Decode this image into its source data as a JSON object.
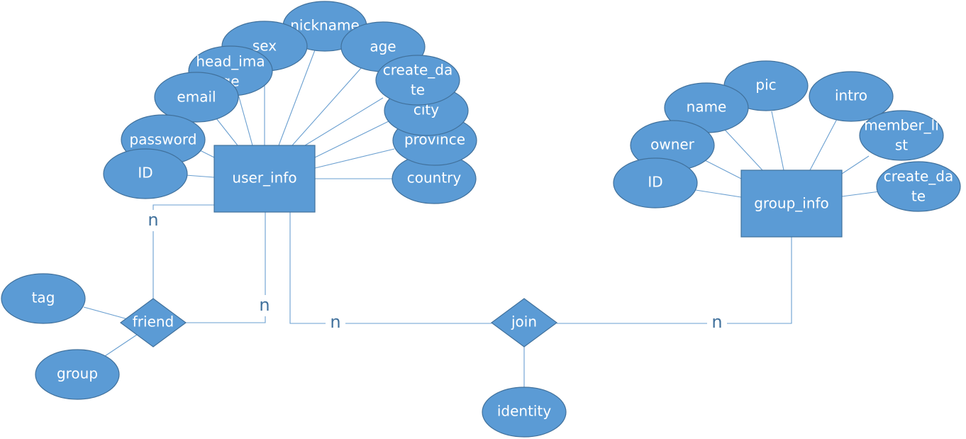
{
  "entities": {
    "user_info": "user_info",
    "group_info": "group_info"
  },
  "relationships": {
    "friend": "friend",
    "join": "join"
  },
  "user_attributes": {
    "id": "ID",
    "password": "password",
    "email": "email",
    "head_image_line1": "head_ima",
    "head_image_line2": "ge",
    "sex": "sex",
    "nickname": "nickname",
    "age": "age",
    "create_date_line1": "create_da",
    "create_date_line2": "te",
    "city": "city",
    "province": "province",
    "country": "country"
  },
  "group_attributes": {
    "id": "ID",
    "owner": "owner",
    "name": "name",
    "pic": "pic",
    "intro": "intro",
    "member_list_line1": "member_li",
    "member_list_line2": "st",
    "create_date_line1": "create_da",
    "create_date_line2": "te"
  },
  "friend_attributes": {
    "tag": "tag",
    "group": "group"
  },
  "join_attributes": {
    "identity": "identity"
  },
  "cardinalities": {
    "friend_left": "n",
    "friend_right": "n",
    "join_user": "n",
    "join_group": "n"
  },
  "colors": {
    "fill": "#5b9bd5",
    "outline": "#41719c",
    "line": "#6a9fd0",
    "text": "#ffffff"
  }
}
